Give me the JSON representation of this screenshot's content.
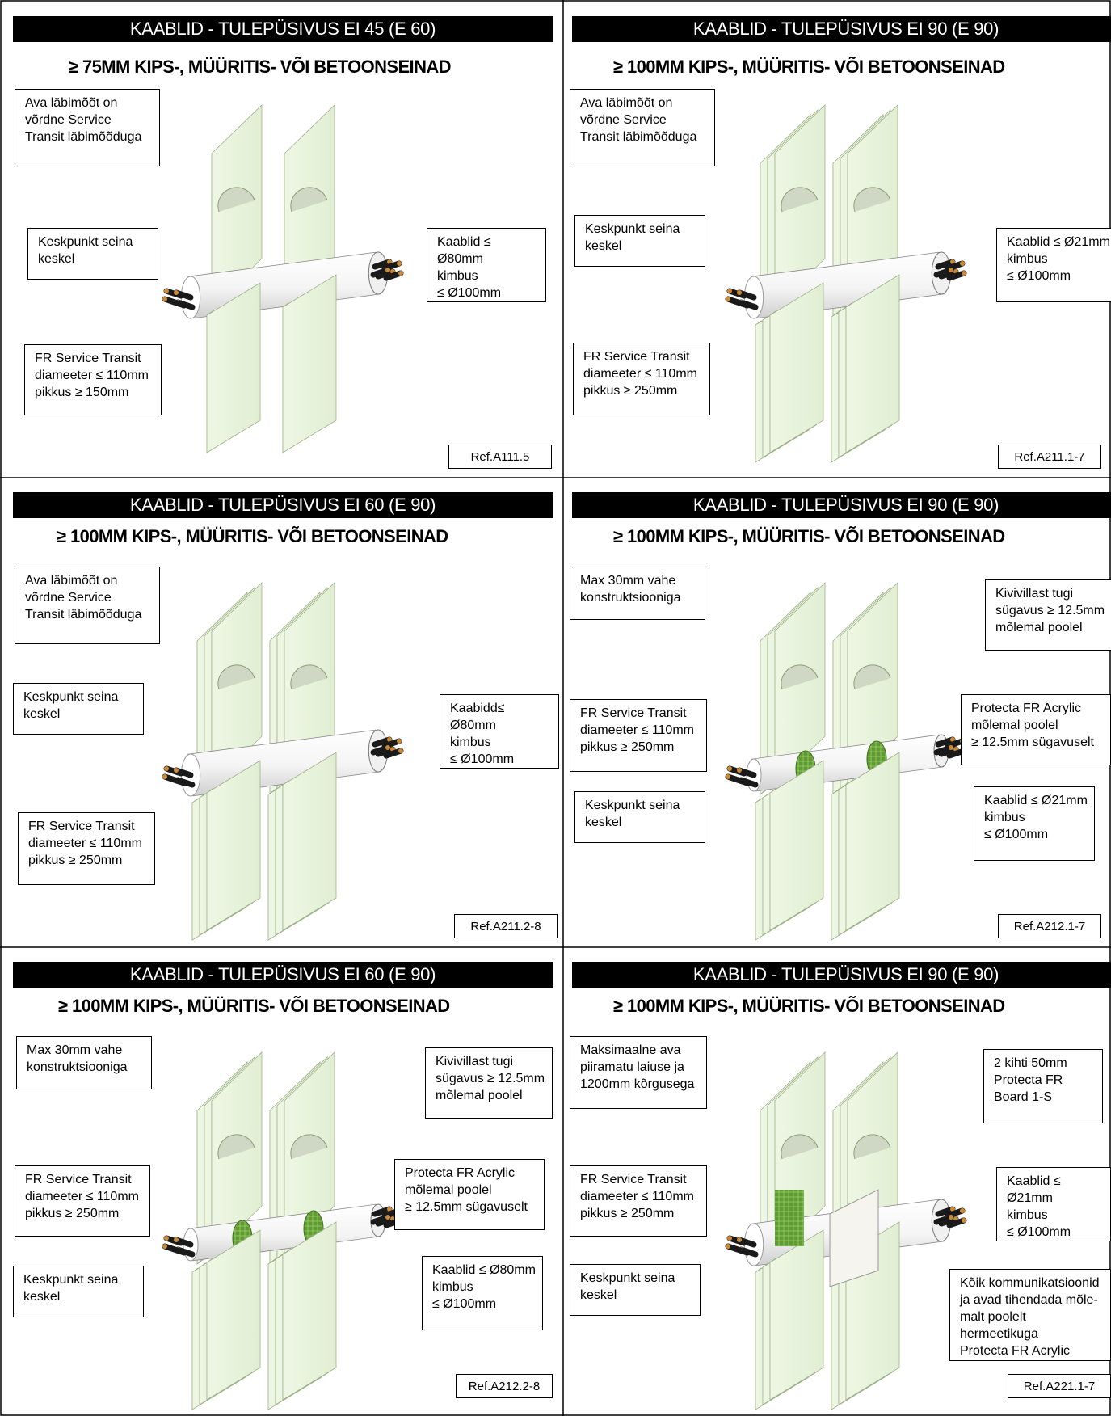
{
  "panels": [
    {
      "title": "KAABLID - TULEPÜSIVUS EI 45 (E 60)",
      "subtitle": "≥ 75MM KIPS-, MÜÜRITIS- VÕI BETOONSEINAD",
      "notes": [
        "Ava läbimõõt on\nvõrdne Service\nTransit läbimõõduga",
        "Keskpunkt seina\nkeskel",
        "Kaablid ≤ Ø80mm\nkimbus\n≤ Ø100mm",
        "FR  Service  Transit\ndiameeter ≤ 110mm\npikkus  ≥  150mm"
      ],
      "ref": "Ref.A111.5"
    },
    {
      "title": "KAABLID - TULEPÜSIVUS EI 90 (E 90)",
      "subtitle": "≥ 100MM KIPS-, MÜÜRITIS- VÕI BETOONSEINAD",
      "notes": [
        "Ava läbimõõt on\nvõrdne Service\nTransit läbimõõduga",
        "Keskpunkt seina\nkeskel",
        "Kaablid ≤ Ø21mm\nkimbus\n≤ Ø100mm",
        "FR  Service  Transit\ndiameeter ≤ 110mm\npikkus ≥ 250mm"
      ],
      "ref": "Ref.A211.1-7"
    },
    {
      "title": "KAABLID - TULEPÜSIVUS EI 60 (E 90)",
      "subtitle": "≥ 100MM KIPS-, MÜÜRITIS- VÕI BETOONSEINAD",
      "notes": [
        "Ava läbimõõt on\nvõrdne Service\nTransit läbimõõduga",
        "Keskpunkt seina\nkeskel",
        "Kaabidd≤ Ø80mm\nkimbus\n≤ Ø100mm",
        "FR  Service  Transit\ndiameeter ≤ 110mm\npikkus ≥ 250mm"
      ],
      "ref": "Ref.A211.2-8"
    },
    {
      "title": "KAABLID - TULEPÜSIVUS EI 90 (E 90)",
      "subtitle": "≥ 100MM KIPS-, MÜÜRITIS- VÕI BETOONSEINAD",
      "notes": [
        "Max 30mm vahe\nkonstruktsiooniga",
        "Kivivillast tugi\nsügavus ≥ 12.5mm\nmõlemal poolel",
        "FR  Service  Transit\ndiameeter ≤ 110mm\npikkus ≥ 250mm",
        "Protecta FR Acrylic\nmõlemal poolel\n≥  12.5mm sügavuselt",
        "Keskpunkt seina\nkeskel",
        "Kaablid ≤ Ø21mm\nkimbus\n≤ Ø100mm"
      ],
      "ref": "Ref.A212.1-7"
    },
    {
      "title": "KAABLID - TULEPÜSIVUS EI 60 (E 90)",
      "subtitle": "≥ 100MM KIPS-, MÜÜRITIS- VÕI BETOONSEINAD",
      "notes": [
        "Max 30mm vahe\nkonstruktsiooniga",
        "Kivivillast tugi\nsügavus ≥ 12.5mm\nmõlemal poolel",
        "FR Service Transit\ndiameeter ≤ 110mm\npikkus ≥ 250mm",
        "Protecta FR Acrylic\nmõlemal poolel\n≥  12.5mm sügavuselt",
        "Keskpunkt seina\nkeskel",
        "Kaablid ≤ Ø80mm\nkimbus\n≤ Ø100mm"
      ],
      "ref": "Ref.A212.2-8"
    },
    {
      "title": "KAABLID - TULEPÜSIVUS EI 90 (E 90)",
      "subtitle": "≥ 100MM KIPS-, MÜÜRITIS- VÕI BETOONSEINAD",
      "notes": [
        "Maksimaalne ava\npiiramatu laiuse ja\n1200mm kõrgusega",
        "2 kihti 50mm\nProtecta FR\nBoard 1-S",
        "FR Service Transit\ndiameeter ≤ 110mm\npikkus ≥ 250mm",
        "Kaablid ≤ Ø21mm\nkimbus\n≤ Ø100mm",
        "Keskpunkt seina\nkeskel",
        "Kõik kommunikatsioonid\nja avad tihendada mõle-\nmalt poolelt hermeetikuga\nProtecta FR Acrylic"
      ],
      "ref": "Ref.A221.1-7"
    }
  ],
  "colors": {
    "wall_face": "#e8f3dc",
    "wall_edge": "#b9caa5",
    "sealant": "#6da23a",
    "tube": "#ffffff",
    "cable": "#1a1a1a"
  }
}
